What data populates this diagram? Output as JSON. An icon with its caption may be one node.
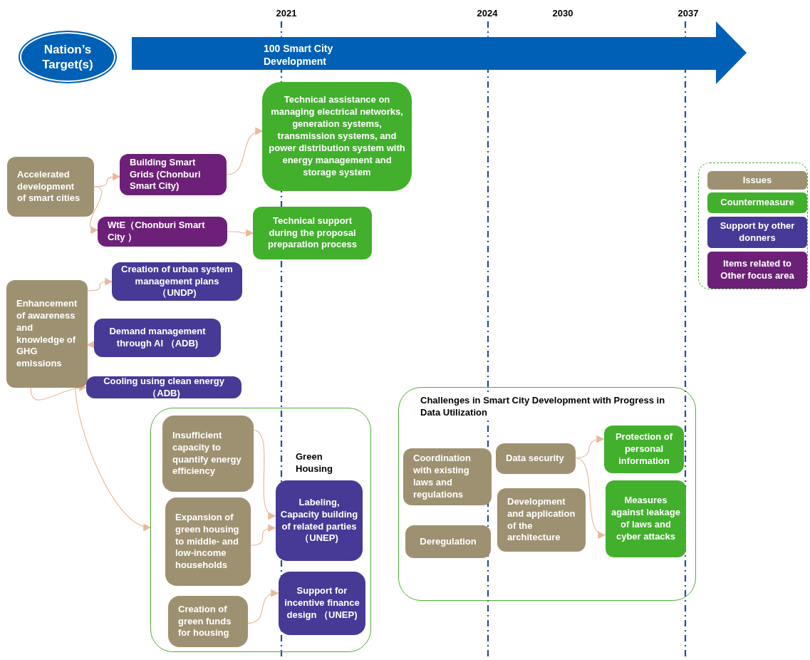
{
  "diagram": {
    "nodes": [
      {
        "text": [
          "Nation’s Target(s)"
        ]
      },
      {
        "text": [
          "100 Smart City Development"
        ]
      },
      {
        "text": [
          "Accelerated development of smart cities"
        ]
      },
      {
        "text": [
          "Building Smart Grids (Chonburi Smart City)"
        ]
      },
      {
        "text": [
          "Technical assistance on managing electrical networks, generation systems, transmission systems, and power distribution system with energy management and storage system"
        ]
      },
      {
        "text": [
          "WtE（Chonburi Smart City ）"
        ]
      },
      {
        "text": [
          "Technical support during the proposal preparation process"
        ]
      },
      {
        "text": [
          "Enhancement of awareness and knowledge of GHG emissions"
        ]
      },
      {
        "text": [
          "Creation of urban system management plans （UNDP)"
        ]
      },
      {
        "text": [
          "Demand management through AI （ADB)"
        ]
      },
      {
        "text": [
          "Cooling using clean energy （ADB)"
        ]
      },
      {
        "text": [
          "Green Housing"
        ]
      },
      {
        "text": [
          "Insufficient capacity to quantify energy efficiency"
        ],
        "in": 11
      },
      {
        "text": [
          "Expansion of green housing to middle- and low-income households"
        ],
        "in": 11
      },
      {
        "text": [
          "Creation of green funds for housing"
        ],
        "in": 11
      },
      {
        "text": [
          "Labeling, Capacity building of related parties （UNEP)"
        ],
        "in": 11
      },
      {
        "text": [
          "Support for incentive finance design （UNEP)"
        ],
        "in": 11
      },
      {
        "text": [
          "Challenges in Smart City Development with Progress in Data Utilization"
        ]
      },
      {
        "text": [
          "Coordination with existing laws and regulations"
        ],
        "in": 17
      },
      {
        "text": [
          "Data security"
        ],
        "in": 17
      },
      {
        "text": [
          "Protection of personal information"
        ],
        "in": 17
      },
      {
        "text": [
          "Deregulation"
        ],
        "in": 17
      },
      {
        "text": [
          "Development and application of the architecture"
        ],
        "in": 17
      },
      {
        "text": [
          "Measures against leakage of laws and cyber attacks"
        ],
        "in": 17
      }
    ],
    "edges": [
      {
        "from": 2,
        "to": 3,
        "arrow": "to"
      },
      {
        "from": 2,
        "to": 5,
        "arrow": "to"
      },
      {
        "from": 3,
        "to": 4,
        "arrow": "to"
      },
      {
        "from": 5,
        "to": 6,
        "arrow": "to"
      },
      {
        "from": 7,
        "to": 8,
        "arrow": "to"
      },
      {
        "from": 9,
        "to": 7,
        "arrow": "to"
      },
      {
        "from": 7,
        "to": 10,
        "arrow": "to"
      },
      {
        "from": 7,
        "to": 11,
        "arrow": "to"
      },
      {
        "from": 12,
        "to": 15,
        "arrow": "to"
      },
      {
        "from": 13,
        "to": 15,
        "arrow": "to"
      },
      {
        "from": 14,
        "to": 16,
        "arrow": "to"
      },
      {
        "from": 19,
        "to": 20,
        "arrow": "to"
      },
      {
        "from": 19,
        "to": 23,
        "arrow": "to"
      }
    ],
    "labels": [
      "2021",
      "2024",
      "2030",
      "2037"
    ],
    "legend": [
      {
        "text": "Issues",
        "color": "#9e9171"
      },
      {
        "text": "Countermeasure",
        "color": "#42b02d"
      },
      {
        "text": "Support by other donners",
        "color": "#463a96"
      },
      {
        "text": "Items related to Other focus area",
        "color": "#6d2077"
      }
    ]
  }
}
